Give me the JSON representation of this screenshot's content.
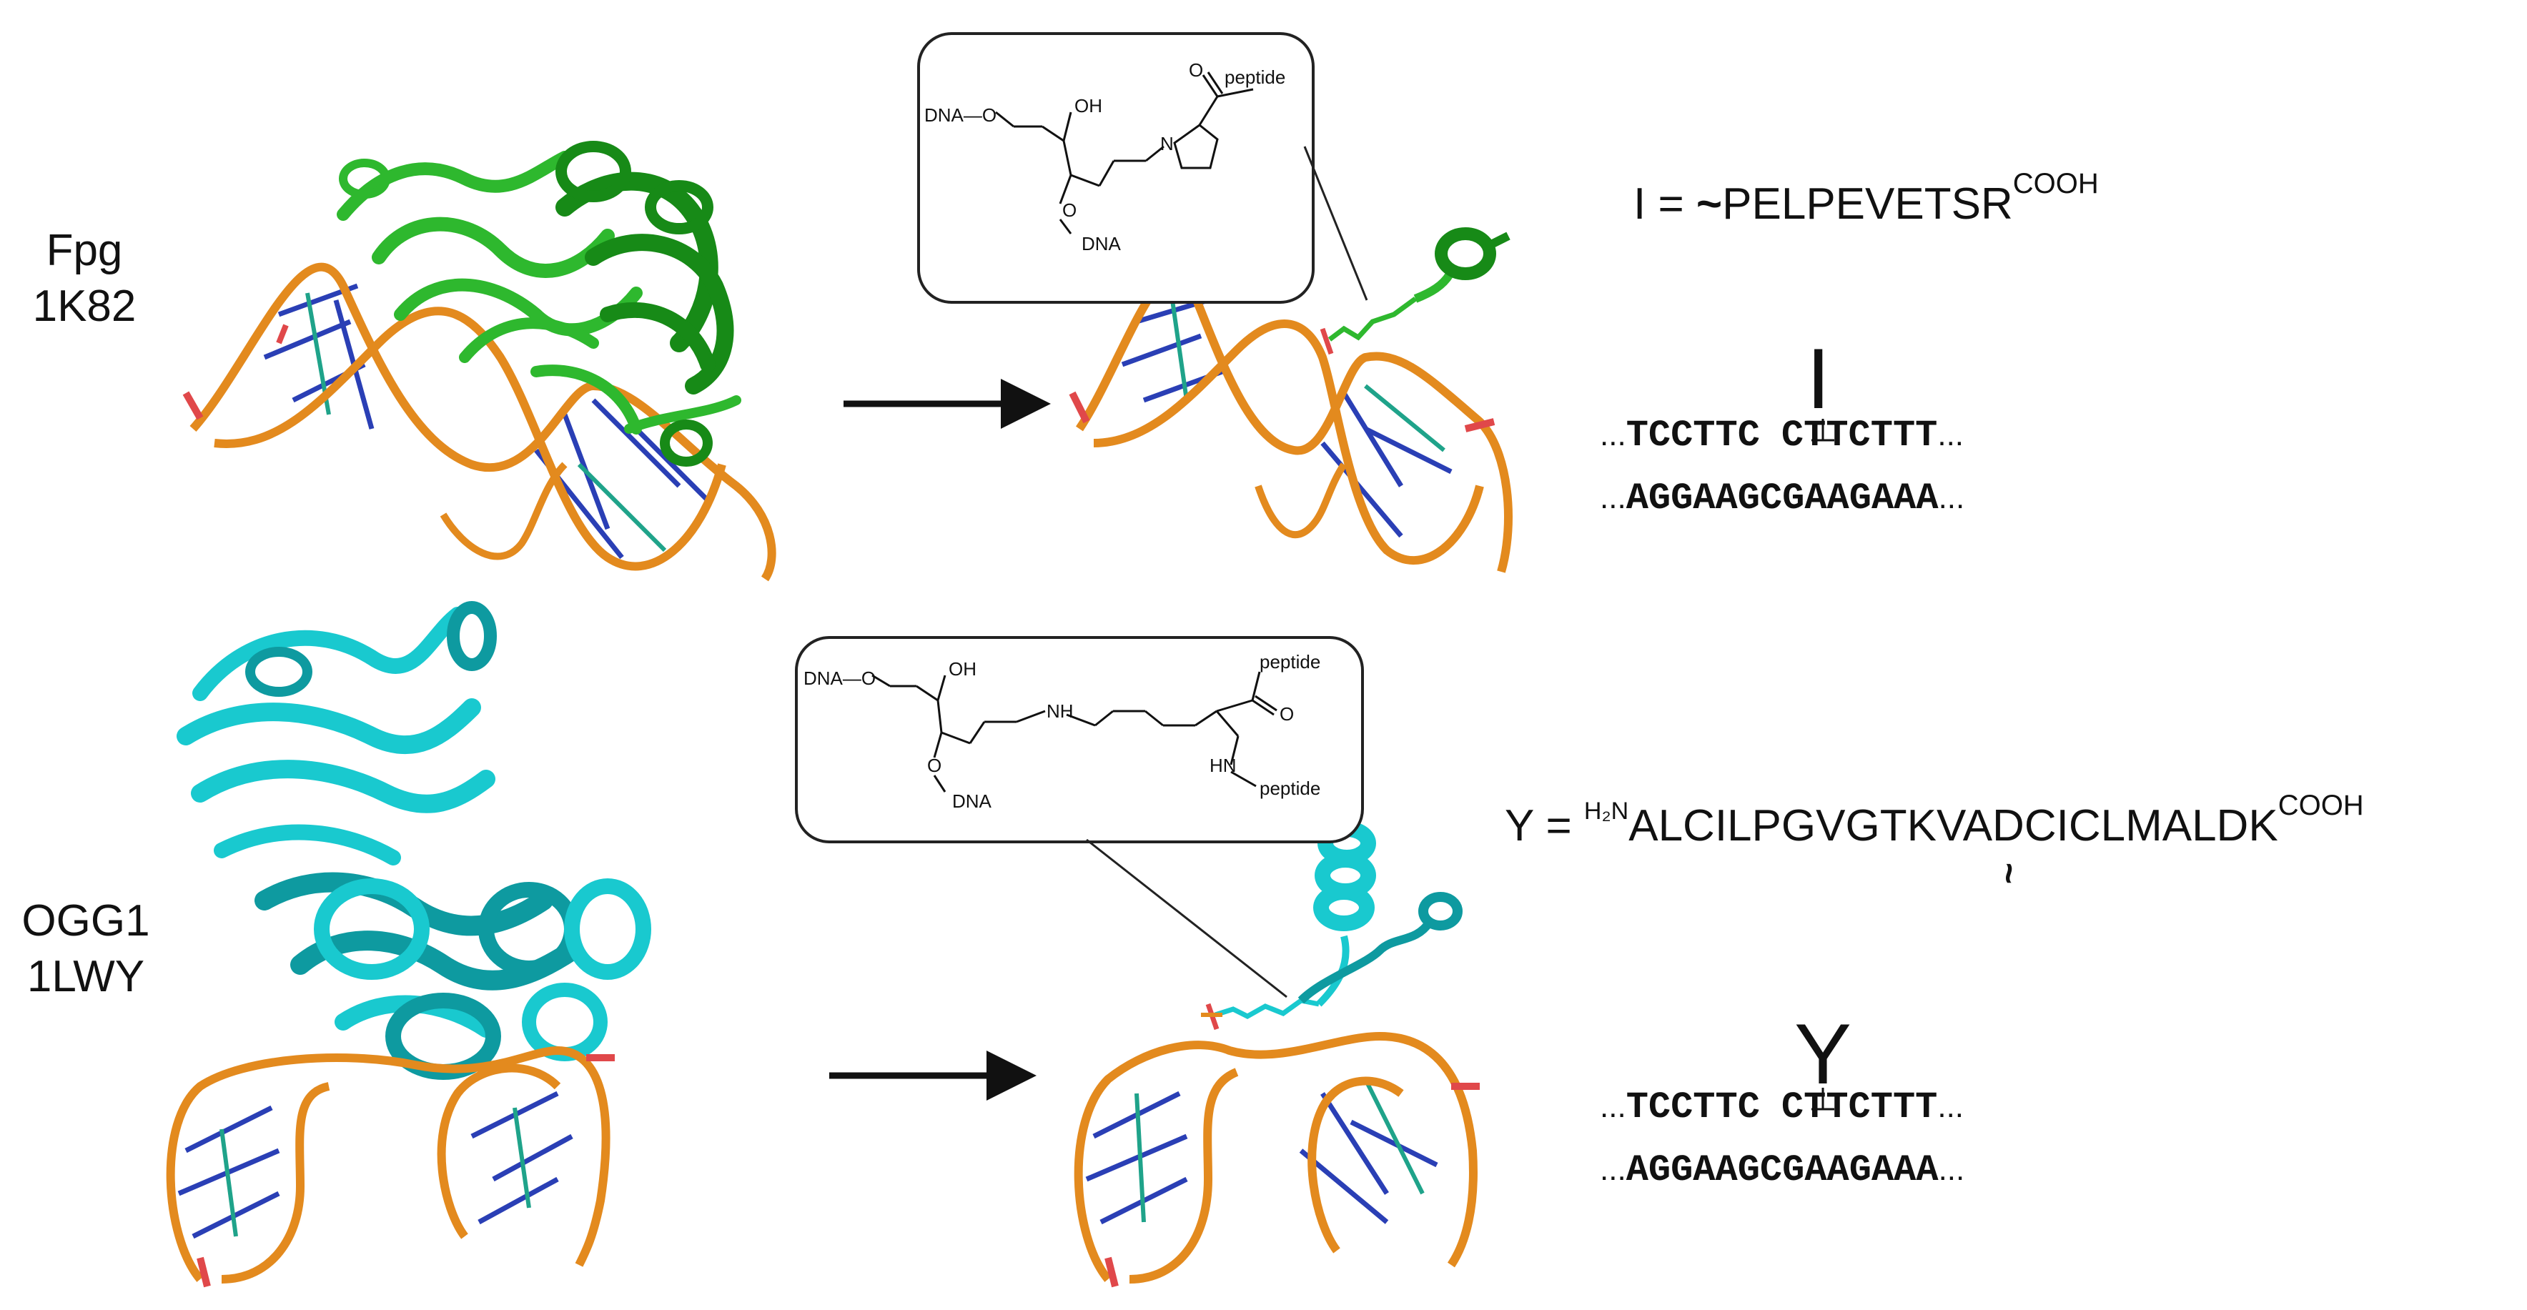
{
  "panels": [
    {
      "protein_name": "Fpg",
      "pdb_id": "1K82",
      "linker_atoms": {
        "dna_o": "DNA—O",
        "oh": "OH",
        "o": "O",
        "dna_bottom": "DNA",
        "n": "N",
        "o_carbonyl": "O",
        "peptide": "peptide"
      },
      "formula_letter": "I",
      "formula_eq": " = ",
      "formula_tilde": "~",
      "peptide_seq": "PELPEVETSR",
      "c_terminus": "COOH",
      "seq_top_prefix": "...",
      "seq_top_left": "TCCTTC",
      "seq_top_right": "CTTCTTT",
      "seq_top_suffix": "...",
      "seq_bottom_prefix": "...",
      "seq_bottom": "AGGAAGCGAAGAAA",
      "seq_bottom_suffix": "...",
      "adduct_letter": "I",
      "colors": {
        "protein": "#2eb82e",
        "protein_dark": "#178a17"
      }
    },
    {
      "protein_name": "OGG1",
      "pdb_id": "1LWY",
      "linker_atoms": {
        "dna_o": "DNA—O",
        "oh": "OH",
        "o": "O",
        "dna_bottom": "DNA",
        "nh": "NH",
        "o_carbonyl": "O",
        "peptide_top": "peptide",
        "hn": "HN",
        "peptide_bottom": "peptide"
      },
      "formula_letter": "Y",
      "formula_eq": " = ",
      "n_terminus": "H₂N",
      "peptide_seq_a": "ALCILPGVGT",
      "peptide_seq_k": "K",
      "peptide_seq_b": "VADCICLMALDK",
      "c_terminus": "COOH",
      "k_tilde": "~",
      "seq_top_prefix": "...",
      "seq_top_left": "TCCTTC",
      "seq_top_right": "CTTCTTT",
      "seq_top_suffix": "...",
      "seq_bottom_prefix": "...",
      "seq_bottom": "AGGAAGCGAAGAAA",
      "seq_bottom_suffix": "...",
      "adduct_letter": "Y",
      "colors": {
        "protein": "#19c9cf",
        "protein_dark": "#0e9aa0"
      }
    }
  ],
  "colors": {
    "dna_backbone": "#e38a1e",
    "dna_base": "#2a3fb5",
    "dna_end": "#e0484a",
    "arrow": "#111111"
  }
}
